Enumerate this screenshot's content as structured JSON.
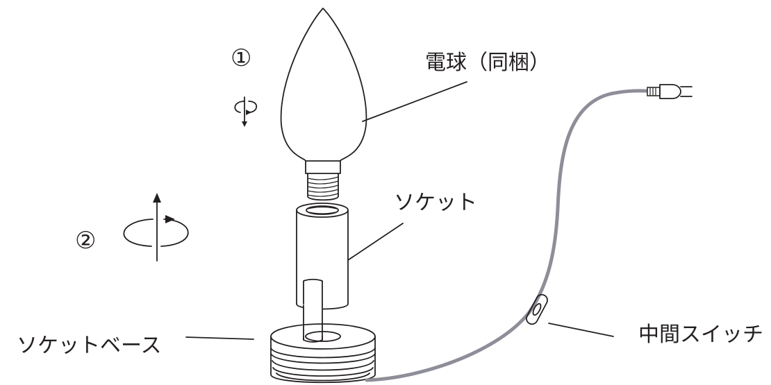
{
  "labels": {
    "bulb": "電球（同梱）",
    "socket": "ソケット",
    "socket_base": "ソケットベース",
    "switch": "中間スイッチ"
  },
  "steps": {
    "step1": "①",
    "step2": "②"
  },
  "icons": {
    "rotate_small": "rotate-down-arrow-icon",
    "rotate_large": "rotate-up-arrow-icon",
    "plug": "power-plug-icon"
  },
  "colors": {
    "line": "#231f20",
    "cord": "#8e8e99",
    "background": "#ffffff"
  }
}
